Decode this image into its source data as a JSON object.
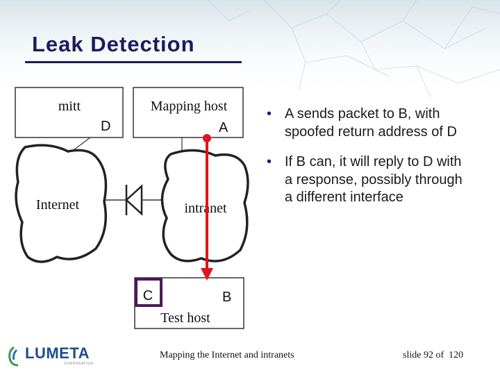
{
  "slide": {
    "title": "Leak Detection",
    "colors": {
      "title": "#1c1c5e",
      "arrow": "#e0141c",
      "box_c": "#4a1a5a"
    }
  },
  "diagram": {
    "mitt_label": "mitt",
    "d_label": "D",
    "mapping_host_label": "Mapping host",
    "a_label": "A",
    "internet_label": "Internet",
    "intranet_label": "intranet",
    "c_label": "C",
    "b_label": "B",
    "test_host_label": "Test host",
    "diode_icon": "diode-icon"
  },
  "bullets": [
    {
      "text": "A sends packet to B, with spoofed return address of D"
    },
    {
      "text": "If B can, it will reply to D with a response, possibly through a different interface"
    }
  ],
  "footer": {
    "center": "Mapping the Internet and intranets",
    "right": "slide 92 of  120",
    "logo_text": "LUMETA",
    "logo_sub": "CORPORATION"
  }
}
